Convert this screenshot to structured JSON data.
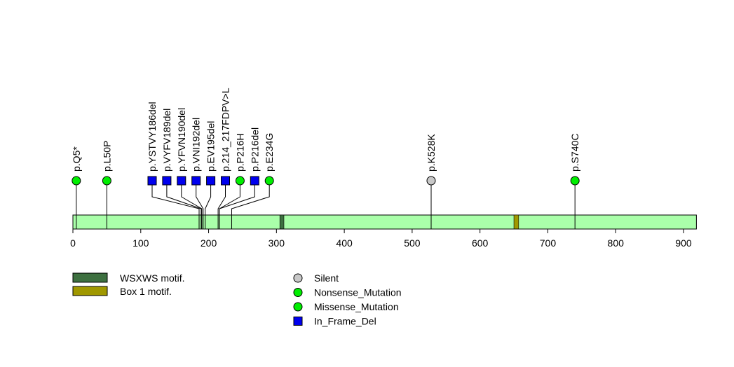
{
  "chart_data": {
    "type": "lollipop",
    "xlim": [
      0,
      919
    ],
    "ticks": [
      0,
      100,
      200,
      300,
      400,
      500,
      600,
      700,
      800,
      900
    ],
    "protein_length": 919,
    "domains": [
      {
        "name": "WSXWS motif.",
        "start": 305,
        "end": 311,
        "color": "#3d7040"
      },
      {
        "name": "Box 1 motif.",
        "start": 650,
        "end": 657,
        "color": "#a09800"
      }
    ],
    "mutations": [
      {
        "label": "p.Q5*",
        "pos": 5,
        "type": "Nonsense_Mutation"
      },
      {
        "label": "p.L50P",
        "pos": 50,
        "type": "Missense_Mutation"
      },
      {
        "label": "p.YSTVY186del",
        "pos": 186,
        "type": "In_Frame_Del"
      },
      {
        "label": "p.VYFV189del",
        "pos": 189,
        "type": "In_Frame_Del"
      },
      {
        "label": "p.YFVN190del",
        "pos": 190,
        "type": "In_Frame_Del"
      },
      {
        "label": "p.VNI192del",
        "pos": 192,
        "type": "In_Frame_Del"
      },
      {
        "label": "p.EV195del",
        "pos": 195,
        "type": "In_Frame_Del"
      },
      {
        "label": "p.214_217FDPV>L",
        "pos": 214,
        "type": "In_Frame_Del"
      },
      {
        "label": "p.P216H",
        "pos": 216,
        "type": "Missense_Mutation"
      },
      {
        "label": "p.P216del",
        "pos": 216,
        "type": "In_Frame_Del"
      },
      {
        "label": "p.E234G",
        "pos": 234,
        "type": "Missense_Mutation"
      },
      {
        "label": "p.K528K",
        "pos": 528,
        "type": "Silent"
      },
      {
        "label": "p.S740C",
        "pos": 740,
        "type": "Missense_Mutation"
      }
    ],
    "legend_types": [
      {
        "name": "Silent",
        "shape": "circle",
        "color": "#c8c8c8"
      },
      {
        "name": "Nonsense_Mutation",
        "shape": "circle",
        "color": "#00ee00"
      },
      {
        "name": "Missense_Mutation",
        "shape": "circle",
        "color": "#00ee00"
      },
      {
        "name": "In_Frame_Del",
        "shape": "square",
        "color": "#0000ee"
      }
    ],
    "protein_color": "#aaffaa"
  }
}
